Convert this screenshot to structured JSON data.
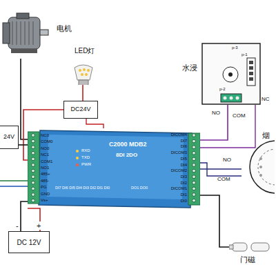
{
  "diagram": {
    "nodes": [
      {
        "text": [
          "电机"
        ]
      },
      {
        "text": [
          "LED灯"
        ]
      },
      {
        "text": [
          "DC24V"
        ]
      },
      {
        "text": [
          "24V"
        ]
      },
      {
        "text": [
          "C2000 MDB2",
          "8DI 2DO"
        ]
      },
      {
        "text": [
          "DC 12V"
        ]
      },
      {
        "text": [
          "水浸"
        ]
      },
      {
        "text": [
          "烟"
        ]
      },
      {
        "text": [
          "门磁"
        ]
      }
    ],
    "edges": [
      {
        "from": 0,
        "to": 4,
        "arrow": "none"
      },
      {
        "from": 1,
        "to": 2,
        "arrow": "none"
      },
      {
        "from": 2,
        "to": 4,
        "arrow": "none"
      },
      {
        "from": 3,
        "to": 4,
        "arrow": "none"
      },
      {
        "from": 5,
        "to": 4,
        "arrow": "none"
      },
      {
        "from": 6,
        "to": 4,
        "arrow": "none"
      },
      {
        "from": 7,
        "to": 4,
        "arrow": "none"
      },
      {
        "from": 8,
        "to": 4,
        "arrow": "none"
      }
    ],
    "labels": [
      "NC0",
      "COM0",
      "NO0",
      "NC1",
      "COM1",
      "NO1",
      "485+",
      "485-",
      "PG",
      "GND",
      "Vs+",
      "DICOM4",
      "DI7",
      "DI6",
      "DICOM3",
      "DI5",
      "DI4",
      "DICOM2",
      "DI3",
      "DI2",
      "DICOM1",
      "DI1",
      "DI0",
      "RXD",
      "TXD",
      "PWR",
      "DI7 DI6 DI5 DI4 DI3 DI2 DI1 DI0",
      "DO1 DO0",
      "-",
      "+",
      "p-3",
      "p-1",
      "p-2",
      "NO",
      "COM",
      "NC",
      "NO",
      "COM"
    ]
  }
}
